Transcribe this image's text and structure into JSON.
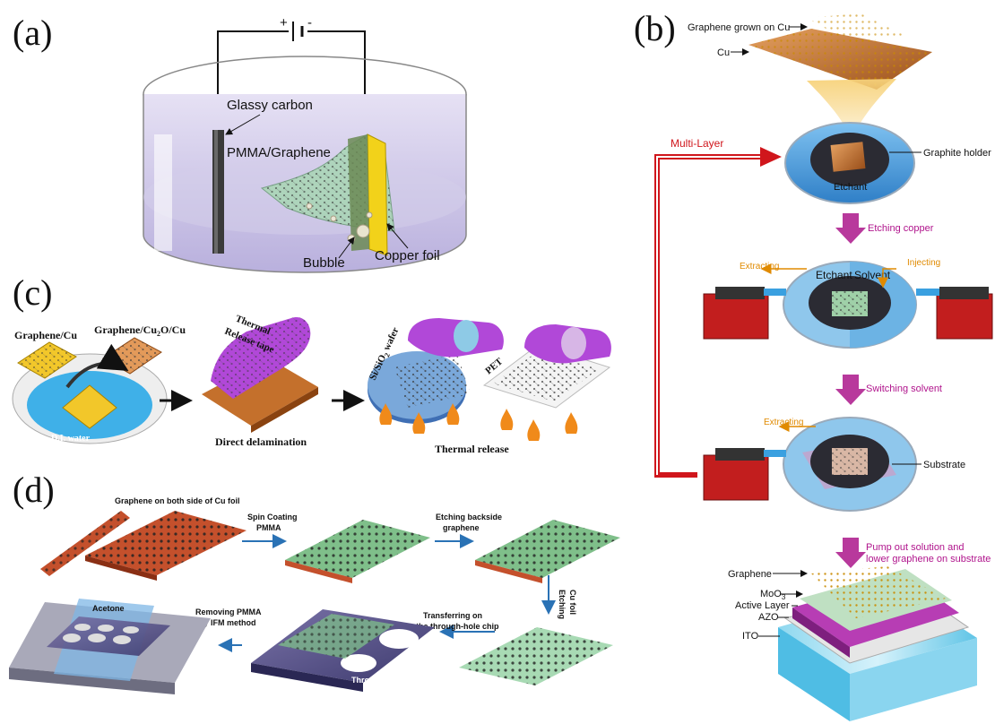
{
  "panel_a": {
    "letter": "(a)",
    "plus": "+",
    "minus": "-",
    "glassy_carbon": "Glassy carbon",
    "pmma_graphene": "PMMA/Graphene",
    "bubble": "Bubble",
    "copper_foil": "Copper foil"
  },
  "panel_b": {
    "letter": "(b)",
    "graphene_grown": "Graphene grown on Cu",
    "cu": "Cu",
    "graphite_holder": "Graphite holder",
    "etchant": "Etchant",
    "multi_layer": "Multi-Layer",
    "etching_copper": "Etching copper",
    "extracting": "Extracting",
    "injecting": "Injecting",
    "etchant2": "Etchant",
    "solvent": "Solvent",
    "switching_solvent": "Switching solvent",
    "extracting2": "Extracting",
    "substrate": "Substrate",
    "pump_out_1": "Pump out solution and",
    "pump_out_2": "lower graphene on substrate",
    "graphene": "Graphene",
    "moo3": "MoO",
    "moo3_sub": "3",
    "active_layer": "Active Layer",
    "azo": "AZO",
    "ito": "ITO"
  },
  "panel_c": {
    "letter": "(c)",
    "graphene_cu": "Graphene/Cu",
    "graphene_cu2o_cu": "Graphene/Cu",
    "cu2o_sub": "2",
    "cu2o_tail": "O/Cu",
    "di_water": "D.I. water",
    "thermal": "Thermal",
    "release_tape": "Release tape",
    "direct_delamination": "Direct delamination",
    "si_sio2_wafer": "Si/SiO",
    "si_sub": "2",
    "wafer": " wafer",
    "pet": "PET",
    "thermal_release": "Thermal release"
  },
  "panel_d": {
    "letter": "(d)",
    "graphene_both_sides": "Graphene on both side of Cu foil",
    "spin_coating_1": "Spin Coating",
    "spin_coating_2": "PMMA",
    "etching_backside_1": "Etching backside",
    "etching_backside_2": "graphene",
    "etching_cu_1": "Etching",
    "etching_cu_2": "Cu foil",
    "transferring_1": "Transferring on",
    "transferring_2": "the through-hole chip",
    "removing_1": "Removing PMMA",
    "removing_2": "by IFM method",
    "acetone": "Acetone",
    "through_hole_chip": "Through hole chip"
  },
  "colors": {
    "etch_arrow": "#b8399c",
    "multi_layer_arrow": "#d0161c",
    "flow_arrow": "#2a72b5",
    "copper": "#c4702c",
    "graphene_green": "#9fd0a8",
    "water_blue": "#4aa3e0",
    "pump_red": "#c21e1e",
    "tape_purple": "#b148d8"
  }
}
